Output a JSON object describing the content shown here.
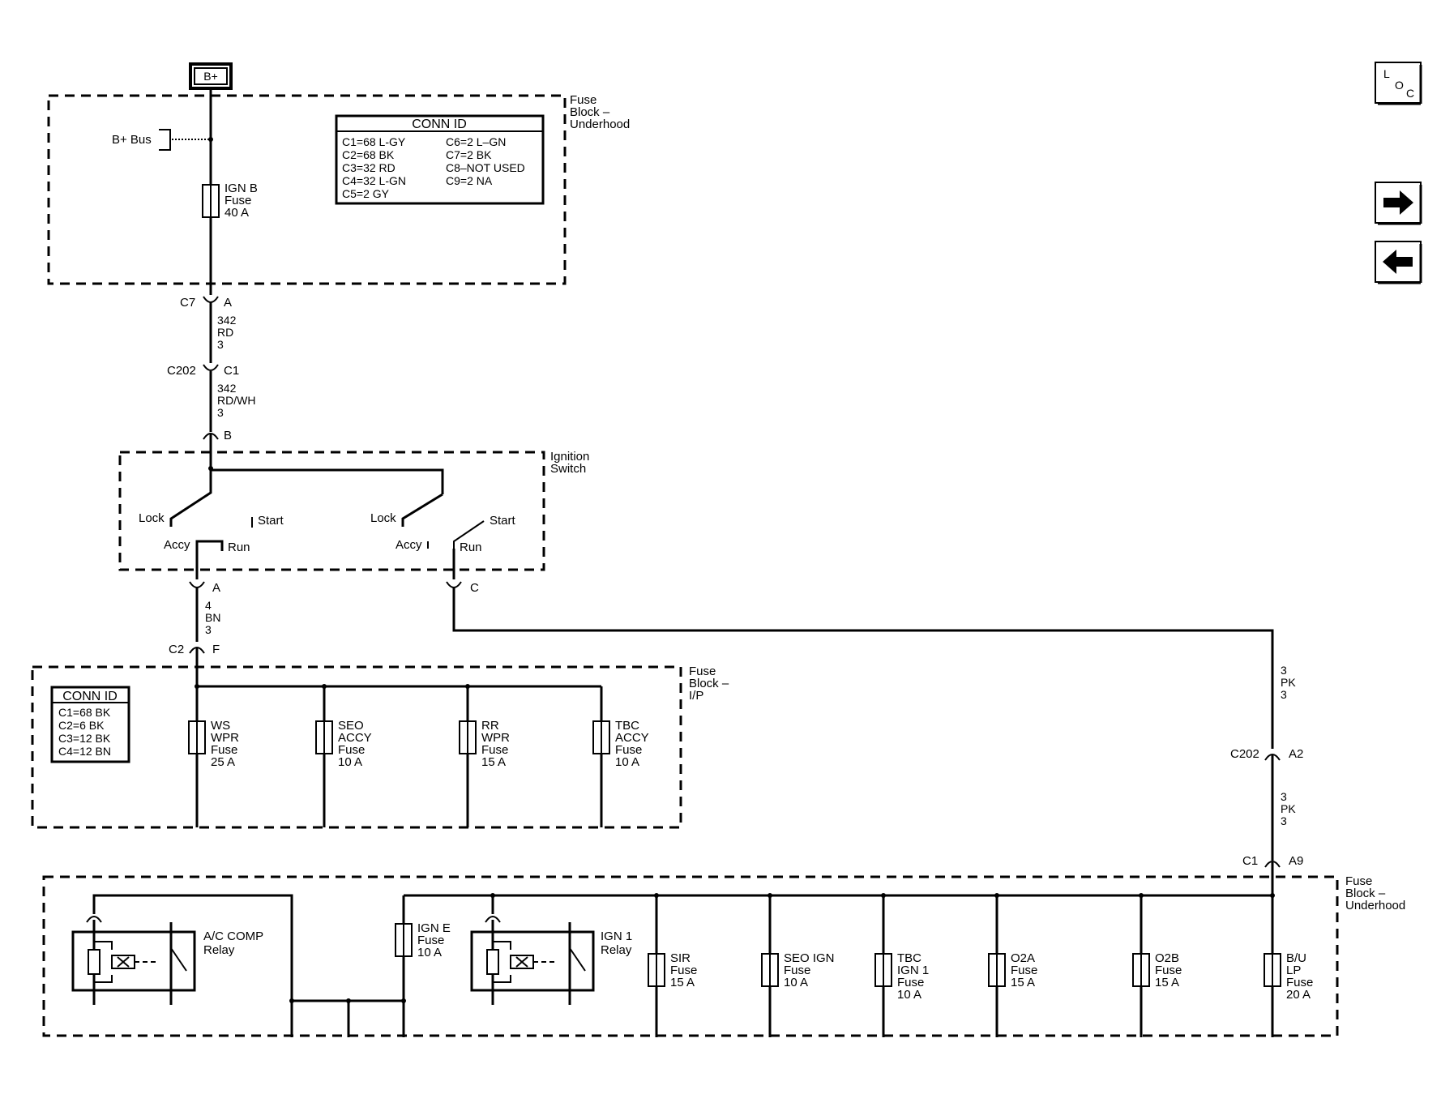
{
  "battery": {
    "label": "B+"
  },
  "b_bus": {
    "label": "B+ Bus"
  },
  "underhood_top": {
    "name_lines": [
      "Fuse",
      "Block –",
      "Underhood"
    ]
  },
  "ign_b_fuse": {
    "lines": [
      "IGN B",
      "Fuse",
      "40 A"
    ]
  },
  "conn_id_underhood": {
    "title": "CONN ID",
    "left": [
      "C1=68 L-GY",
      "C2=68 BK",
      "C3=32 RD",
      "C4=32 L-GN",
      "C5=2 GY"
    ],
    "right": [
      "C6=2 L–GN",
      "C7=2 BK",
      "C8–NOT USED",
      "C9=2 NA"
    ]
  },
  "c7": {
    "conn": "C7",
    "pin": "A"
  },
  "wire1": {
    "lines": [
      "342",
      "RD",
      "3"
    ]
  },
  "c202_top": {
    "conn": "C202",
    "pin": "C1"
  },
  "wire2": {
    "lines": [
      "342",
      "RD/WH",
      "3"
    ]
  },
  "ign_in_pin": {
    "pin": "B"
  },
  "ignition_switch": {
    "name_lines": [
      "Ignition",
      "Switch"
    ],
    "lock": "Lock",
    "start": "Start",
    "accy": "Accy",
    "run": "Run",
    "lock2": "Lock",
    "start2": "Start",
    "accy2": "Accy",
    "run2": "Run"
  },
  "ign_out_a": {
    "pin": "A"
  },
  "ign_out_c": {
    "pin": "C"
  },
  "wire3": {
    "lines": [
      "4",
      "BN",
      "3"
    ]
  },
  "c2": {
    "conn": "C2",
    "pin": "F"
  },
  "ip_block": {
    "name_lines": [
      "Fuse",
      "Block –",
      "I/P"
    ]
  },
  "conn_id_ip": {
    "title": "CONN ID",
    "items": [
      "C1=68 BK",
      "C2=6 BK",
      "C3=12 BK",
      "C4=12 BN"
    ]
  },
  "ip_fuses": [
    {
      "lines": [
        "WS",
        "WPR",
        "Fuse",
        "25 A"
      ]
    },
    {
      "lines": [
        "SEO",
        "ACCY",
        "Fuse",
        "10 A"
      ]
    },
    {
      "lines": [
        "RR",
        "WPR",
        "Fuse",
        "15 A"
      ]
    },
    {
      "lines": [
        "TBC",
        "ACCY",
        "Fuse",
        "10 A"
      ]
    }
  ],
  "wire4": {
    "lines": [
      "3",
      "PK",
      "3"
    ]
  },
  "c202_a2": {
    "conn": "C202",
    "pin": "A2"
  },
  "wire5": {
    "lines": [
      "3",
      "PK",
      "3"
    ]
  },
  "c1_a9": {
    "conn": "C1",
    "pin": "A9"
  },
  "underhood_bottom": {
    "name_lines": [
      "Fuse",
      "Block –",
      "Underhood"
    ]
  },
  "ac_relay": {
    "lines": [
      "A/C COMP",
      "Relay"
    ]
  },
  "ign_e_fuse": {
    "lines": [
      "IGN E",
      "Fuse",
      "10 A"
    ]
  },
  "ign1_relay": {
    "lines": [
      "IGN 1",
      "Relay"
    ]
  },
  "bottom_fuses": [
    {
      "lines": [
        "SIR",
        "Fuse",
        "15 A"
      ]
    },
    {
      "lines": [
        "SEO IGN",
        "Fuse",
        "10 A"
      ]
    },
    {
      "lines": [
        "TBC",
        "IGN 1",
        "Fuse",
        "10 A"
      ]
    },
    {
      "lines": [
        "O2A",
        "Fuse",
        "15 A"
      ]
    },
    {
      "lines": [
        "O2B",
        "Fuse",
        "15 A"
      ]
    },
    {
      "lines": [
        "B/U",
        "LP",
        "Fuse",
        "20 A"
      ]
    }
  ],
  "loc_button": {
    "letters": [
      "L",
      "O",
      "C"
    ]
  },
  "nav": {
    "next": "next-page",
    "prev": "previous-page"
  }
}
